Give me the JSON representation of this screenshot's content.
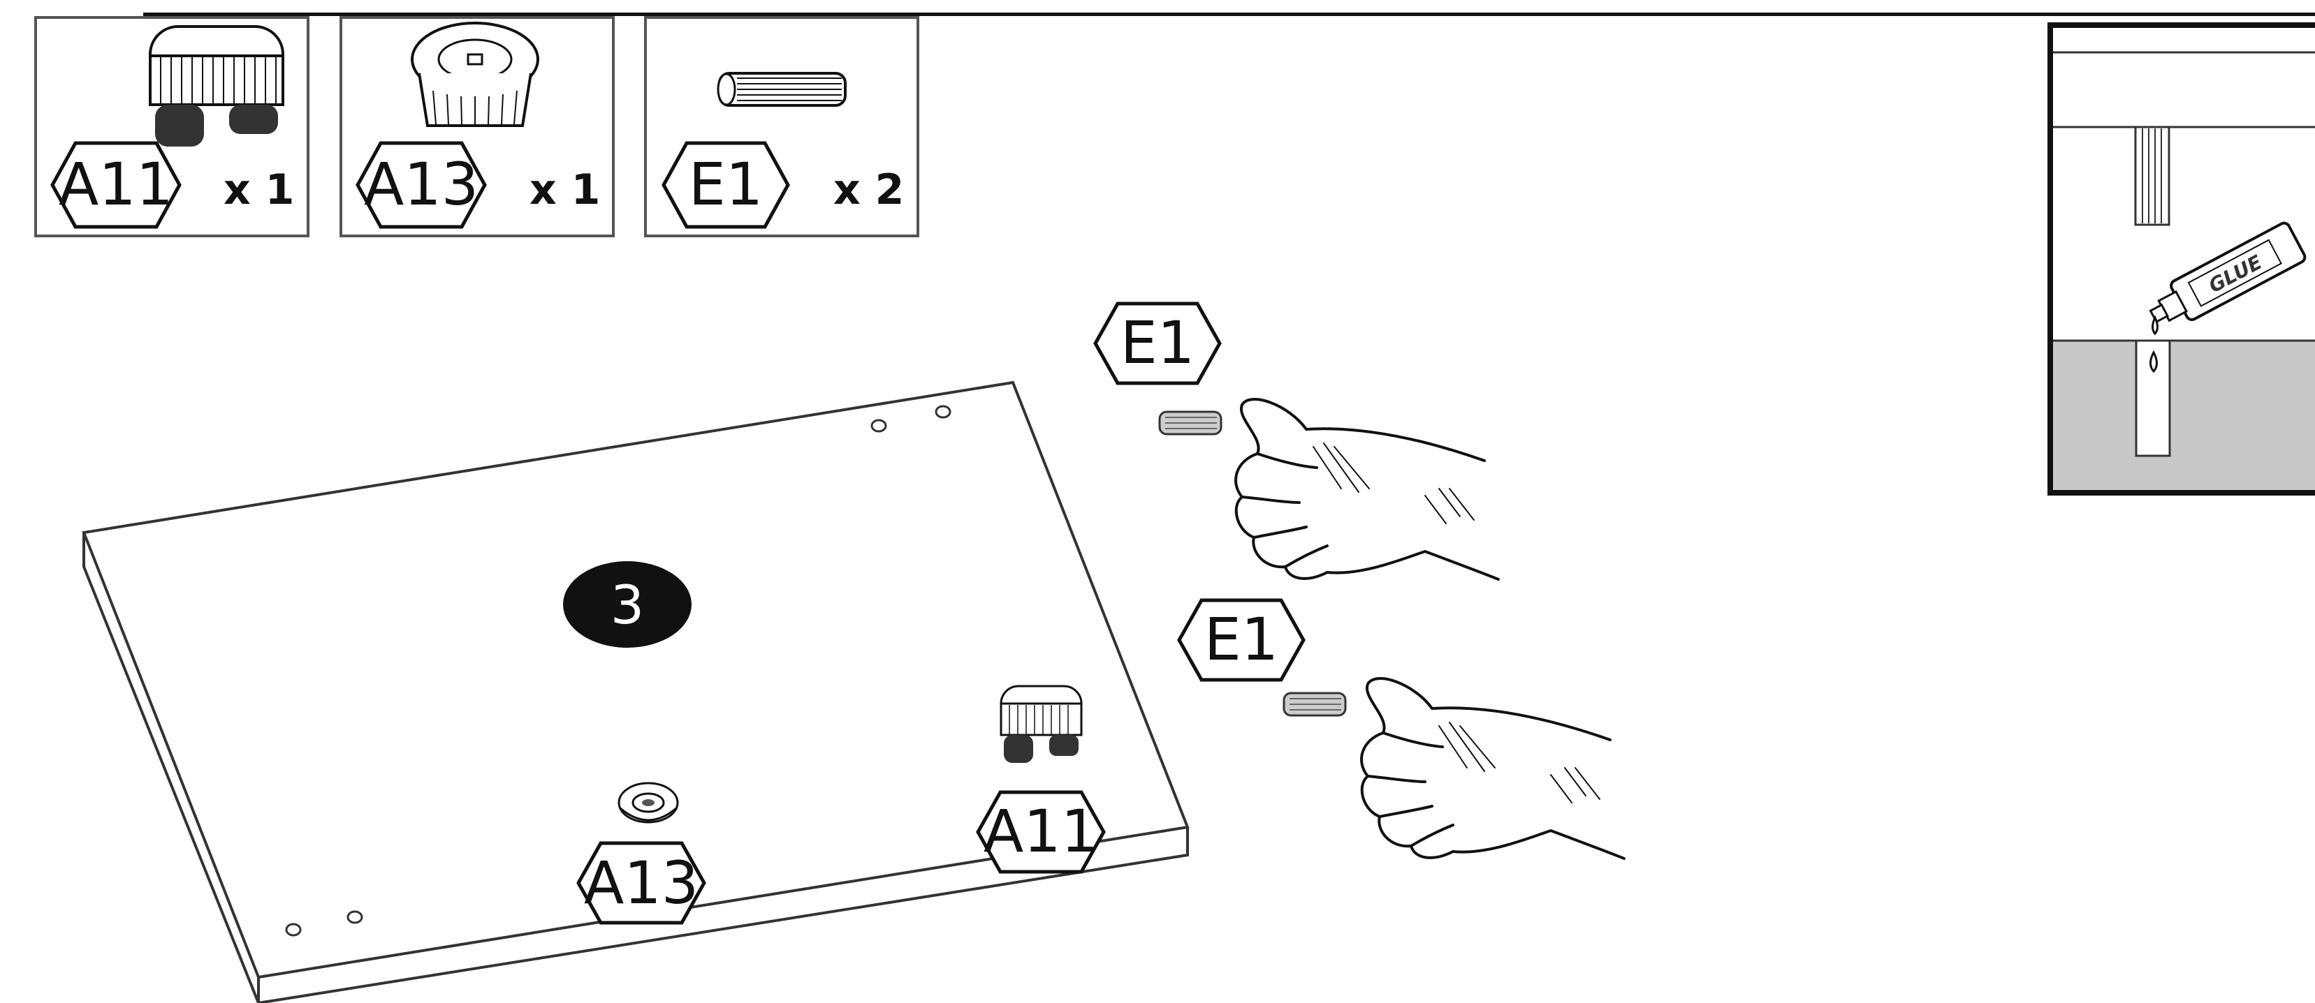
{
  "parts": [
    {
      "code": "A11",
      "quantity": "x 1"
    },
    {
      "code": "A13",
      "quantity": "x 1"
    },
    {
      "code": "E1",
      "quantity": "x 2"
    }
  ],
  "step_number": "3",
  "callouts": {
    "dowel_top": "E1",
    "dowel_bottom": "E1",
    "glide": "A11",
    "foot_cap": "A13"
  },
  "glue_inset": {
    "tube_label": "GLUE"
  }
}
